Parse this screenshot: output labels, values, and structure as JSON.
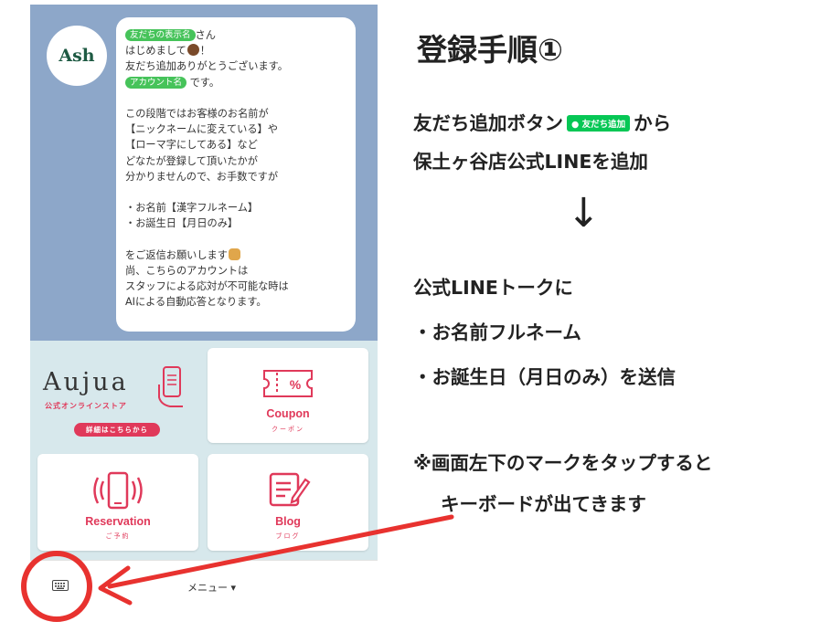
{
  "chat": {
    "avatar_text": "Ash",
    "tag_friend_name": "友だちの表示名",
    "san": "さん",
    "greeting": "はじめまして",
    "greeting_end": "！",
    "thanks": "友だち追加ありがとうございます。",
    "tag_account_name": "アカウント名",
    "desu": "です。",
    "lines": [
      "この段階ではお客様のお名前が",
      "【ニックネームに変えている】や",
      "【ローマ字にしてある】など",
      "どなたが登録して頂いたかが",
      "分かりませんので、お手数ですが",
      "",
      "・お名前【漢字フルネーム】",
      "・お誕生日【月日のみ】",
      ""
    ],
    "reply_request": "をご返信お願いします",
    "note_lines": [
      "尚、こちらのアカウントは",
      "スタッフによる応対が不可能な時は",
      "AIによる自動応答となります。"
    ]
  },
  "menu": {
    "aujua": {
      "title": "Aujua",
      "subtitle": "公式オンラインストア",
      "button": "詳細はこちらから"
    },
    "coupon": {
      "label": "Coupon",
      "sub": "クーポン"
    },
    "reservation": {
      "label": "Reservation",
      "sub": "ご予約"
    },
    "blog": {
      "label": "Blog",
      "sub": "ブログ"
    }
  },
  "bottom_bar": {
    "menu_toggle": "メニュー ▾"
  },
  "instructions": {
    "heading": "登録手順①",
    "step1_a": "友だち追加ボタン",
    "add_button_label": "友だち追加",
    "step1_b": "から",
    "step1_line2": "保土ヶ谷店公式LINEを追加",
    "arrow": "↓",
    "step2_line1": "公式LINEトークに",
    "step2_line2": "・お名前フルネーム",
    "step2_line3": "・お誕生日（月日のみ）を送信",
    "note_line1": "※画面左下のマークをタップすると",
    "note_line2": "キーボードが出てきます"
  },
  "colors": {
    "chat_bg": "#8da7c9",
    "menu_bg": "#d7e8ec",
    "accent_pink": "#e0395a",
    "line_green": "#06c755",
    "annotation_red": "#e8322f"
  },
  "icons": {
    "keyboard": "keyboard-icon",
    "coupon": "ticket-icon",
    "reservation": "phone-vibrate-icon",
    "blog": "pencil-note-icon",
    "aujua": "phone-hand-icon"
  }
}
